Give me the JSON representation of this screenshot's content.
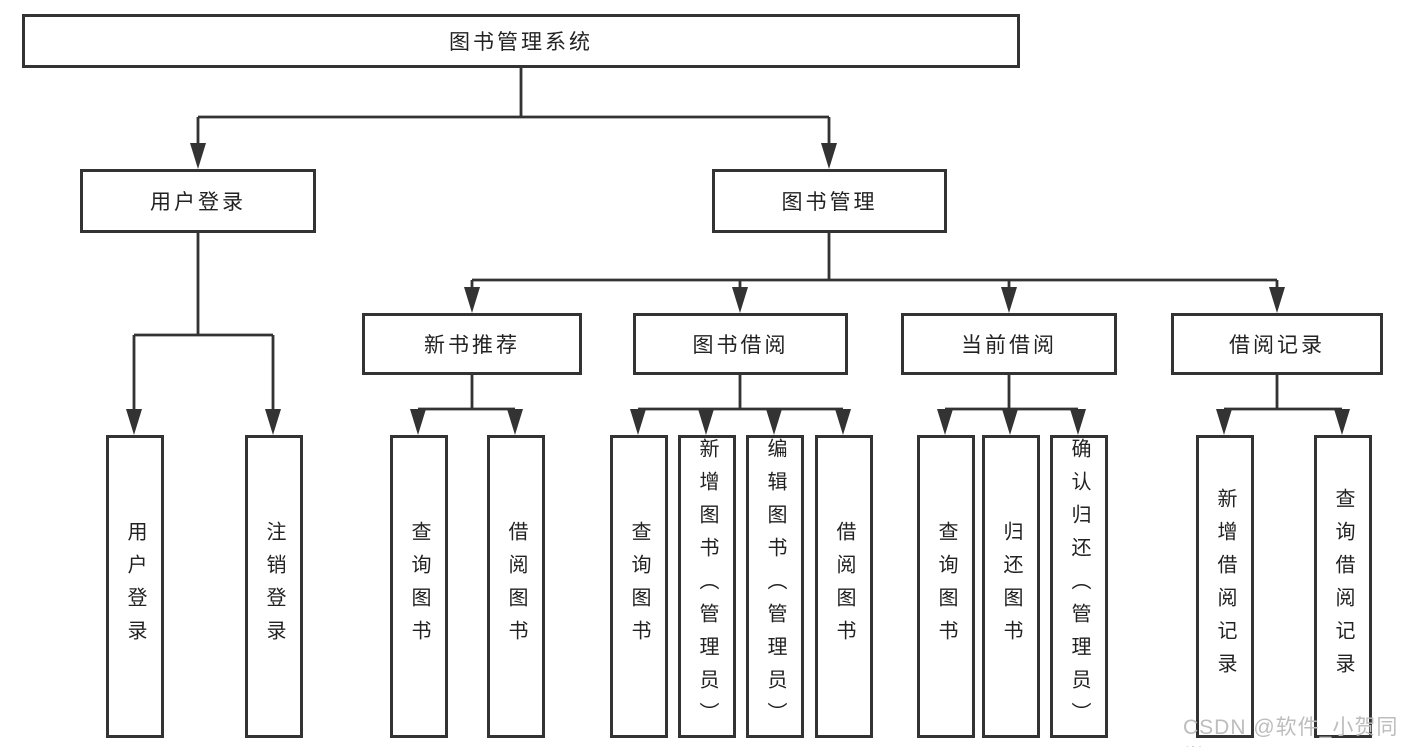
{
  "diagram": {
    "root": "图书管理系统",
    "branches": [
      {
        "label": "用户登录",
        "children": [
          "用户登录",
          "注销登录"
        ]
      },
      {
        "label": "图书管理",
        "groups": [
          {
            "label": "新书推荐",
            "children": [
              "查询图书",
              "借阅图书"
            ]
          },
          {
            "label": "图书借阅",
            "children": [
              "查询图书",
              "新增图书（管理员）",
              "编辑图书（管理员）",
              "借阅图书"
            ]
          },
          {
            "label": "当前借阅",
            "children": [
              "查询图书",
              "归还图书",
              "确认归还（管理员）"
            ]
          },
          {
            "label": "借阅记录",
            "children": [
              "新增借阅记录",
              "查询借阅记录"
            ]
          }
        ]
      }
    ]
  },
  "watermark": "CSDN @软件_小贺同学",
  "colors": {
    "line": "#333333",
    "box_border": "#333333",
    "text": "#222222",
    "watermark": "#bdbdbd",
    "background": "#ffffff"
  }
}
